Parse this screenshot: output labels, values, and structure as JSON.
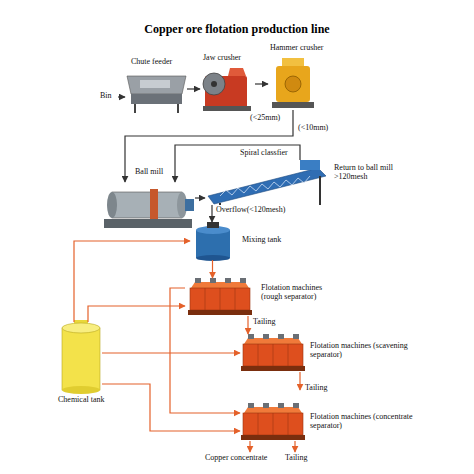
{
  "diagram": {
    "title": "Copper ore flotation production line",
    "nodes": [
      {
        "text": [
          "Bin"
        ]
      },
      {
        "text": [
          "Chute feeder"
        ]
      },
      {
        "text": [
          "Jaw crusher",
          "(<25mm)"
        ]
      },
      {
        "text": [
          "Hammer crusher",
          "(<10mm)"
        ]
      },
      {
        "text": [
          "Ball mill"
        ]
      },
      {
        "text": [
          "Spiral classfier"
        ]
      },
      {
        "text": [
          "Mixing tank"
        ]
      },
      {
        "text": [
          "Flotation machines (rough separator)"
        ]
      },
      {
        "text": [
          "Flotation machines (scavening separator)"
        ]
      },
      {
        "text": [
          "Chemical tank"
        ]
      },
      {
        "text": [
          "Flotation machines (concentrate separator)"
        ]
      }
    ],
    "edges": [
      {
        "from": 0,
        "to": 1,
        "arrow": "to"
      },
      {
        "from": 1,
        "to": 2,
        "arrow": "to"
      },
      {
        "from": 2,
        "to": 3,
        "arrow": "to"
      },
      {
        "from": 3,
        "to": 4,
        "arrow": "to"
      },
      {
        "from": 4,
        "to": 5,
        "arrow": "to"
      },
      {
        "from": 5,
        "to": 4,
        "arrow": "to",
        "label": "Return to ball mill >120mesh"
      },
      {
        "from": 5,
        "to": 6,
        "arrow": "to",
        "label": "Overflow(<120mesh)"
      },
      {
        "from": 6,
        "to": 7,
        "arrow": "to"
      },
      {
        "from": 7,
        "to": 8,
        "arrow": "to",
        "label": "Tailing"
      },
      {
        "from": 7,
        "to": 10,
        "arrow": "to"
      },
      {
        "from": 9,
        "to": 6,
        "arrow": "to"
      },
      {
        "from": 9,
        "to": 7,
        "arrow": "to"
      },
      {
        "from": 9,
        "to": 8,
        "arrow": "to"
      },
      {
        "from": 9,
        "to": 10,
        "arrow": "to"
      }
    ],
    "labels": [
      "Tailing",
      "Copper concentrate",
      "Tailing"
    ]
  }
}
